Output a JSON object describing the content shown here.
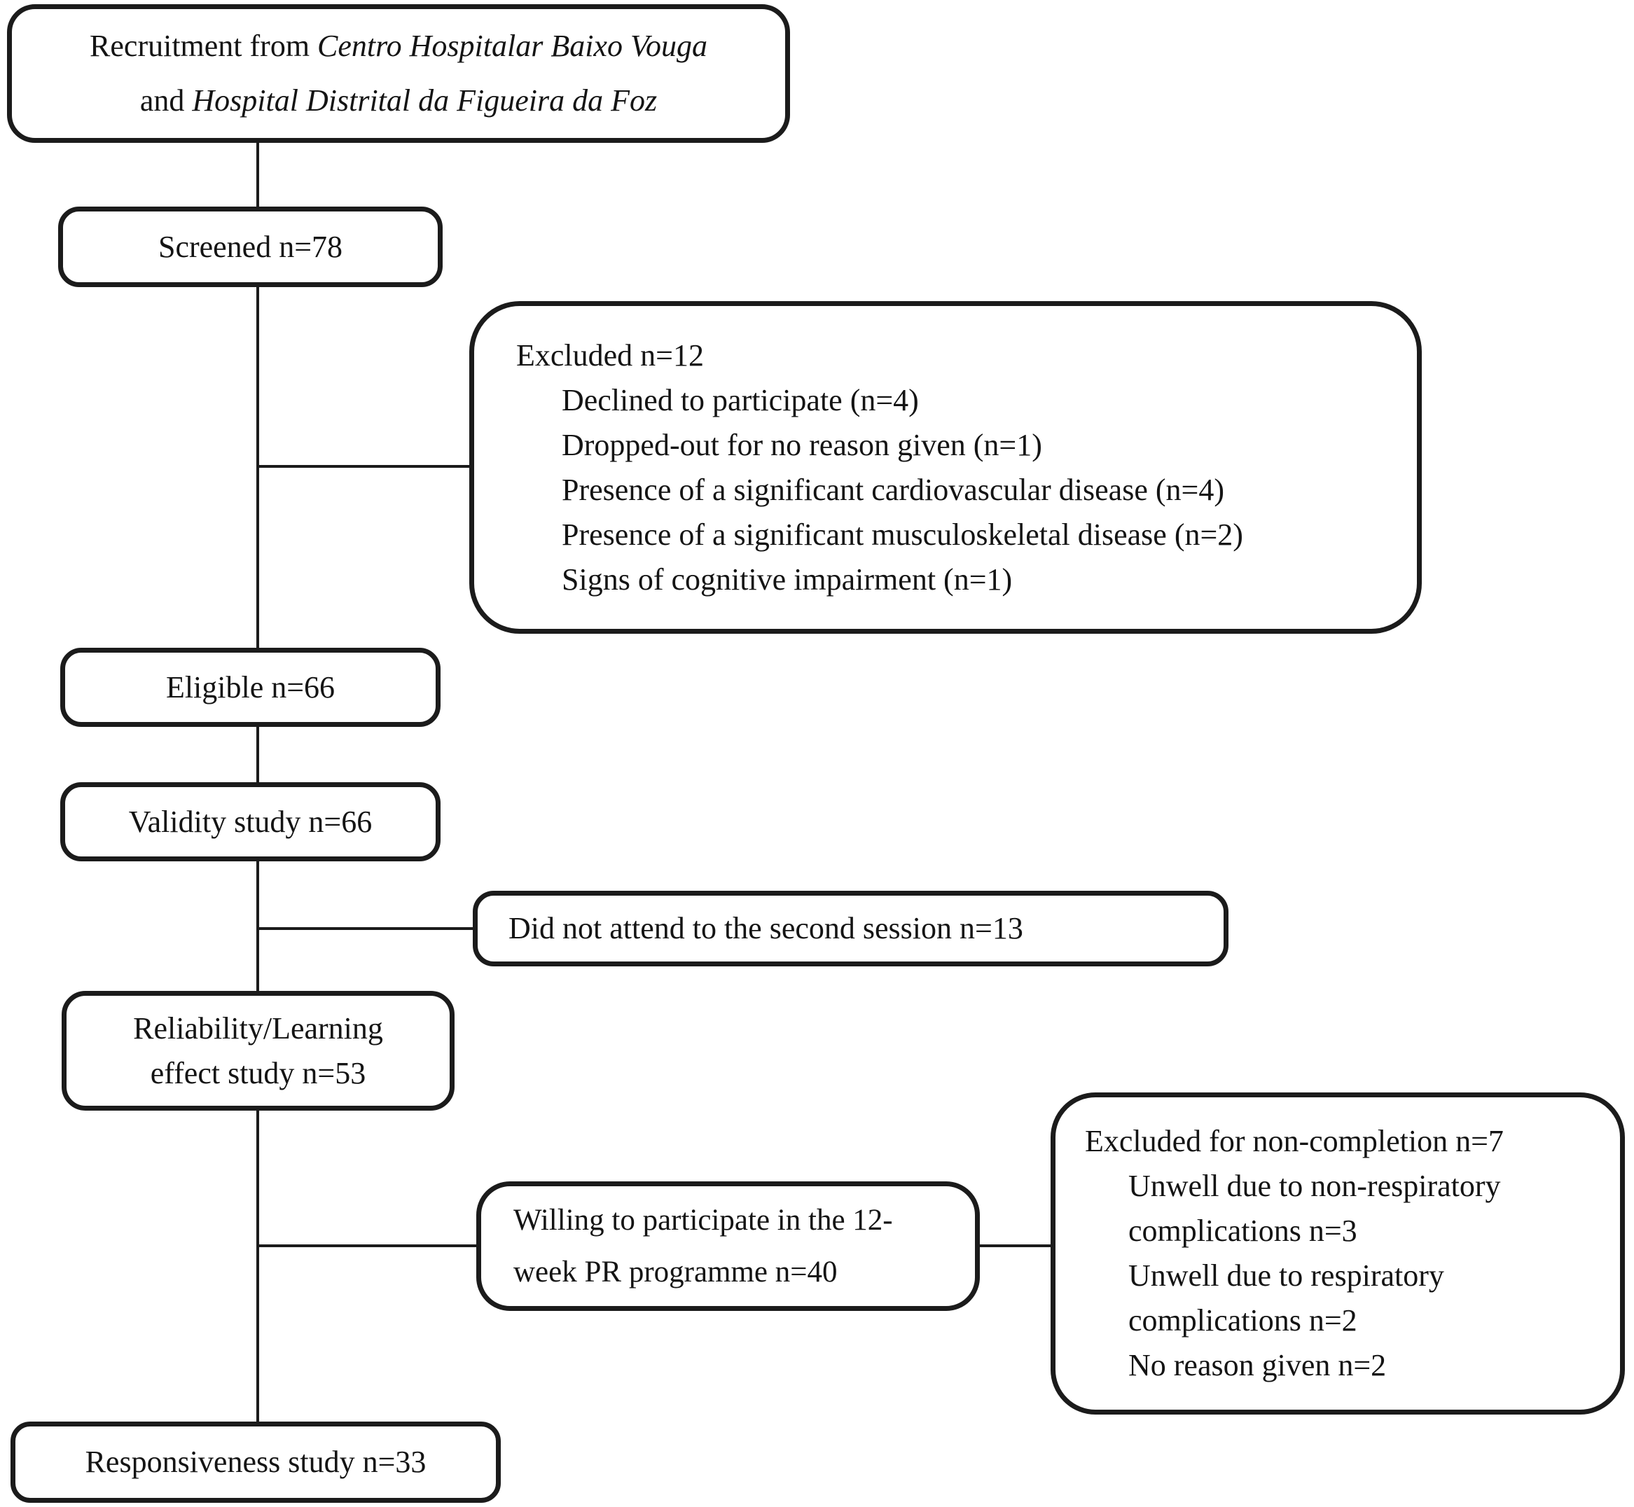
{
  "flowchart": {
    "recruitment": {
      "line1_prefix": "Recruitment from ",
      "line1_italic": "Centro Hospitalar Baixo Vouga",
      "line2_prefix": "and ",
      "line2_italic": "Hospital Distrital da Figueira da Foz"
    },
    "screened": {
      "label": "Screened n=78"
    },
    "excluded_screening": {
      "header": "Excluded n=12",
      "items": [
        "Declined to participate (n=4)",
        "Dropped-out for no reason given (n=1)",
        "Presence of a significant cardiovascular disease (n=4)",
        "Presence of a significant musculoskeletal disease (n=2)",
        "Signs of cognitive impairment (n=1)"
      ]
    },
    "eligible": {
      "label": "Eligible n=66"
    },
    "validity": {
      "label": "Validity study n=66"
    },
    "did_not_attend": {
      "label": "Did not attend to the second session n=13"
    },
    "reliability": {
      "line1": "Reliability/Learning",
      "line2": "effect study n=53"
    },
    "willing": {
      "line1": "Willing to participate in the 12-",
      "line2": "week PR programme n=40"
    },
    "excluded_noncompletion": {
      "header": "Excluded for non-completion n=7",
      "items": [
        "Unwell due to non-respiratory complications n=3",
        "Unwell due to respiratory complications n=2",
        "No reason given n=2"
      ]
    },
    "responsiveness": {
      "label": "Responsiveness study n=33"
    },
    "colors": {
      "line": "#1b1b1b",
      "background": "#ffffff",
      "text": "#141414"
    }
  }
}
